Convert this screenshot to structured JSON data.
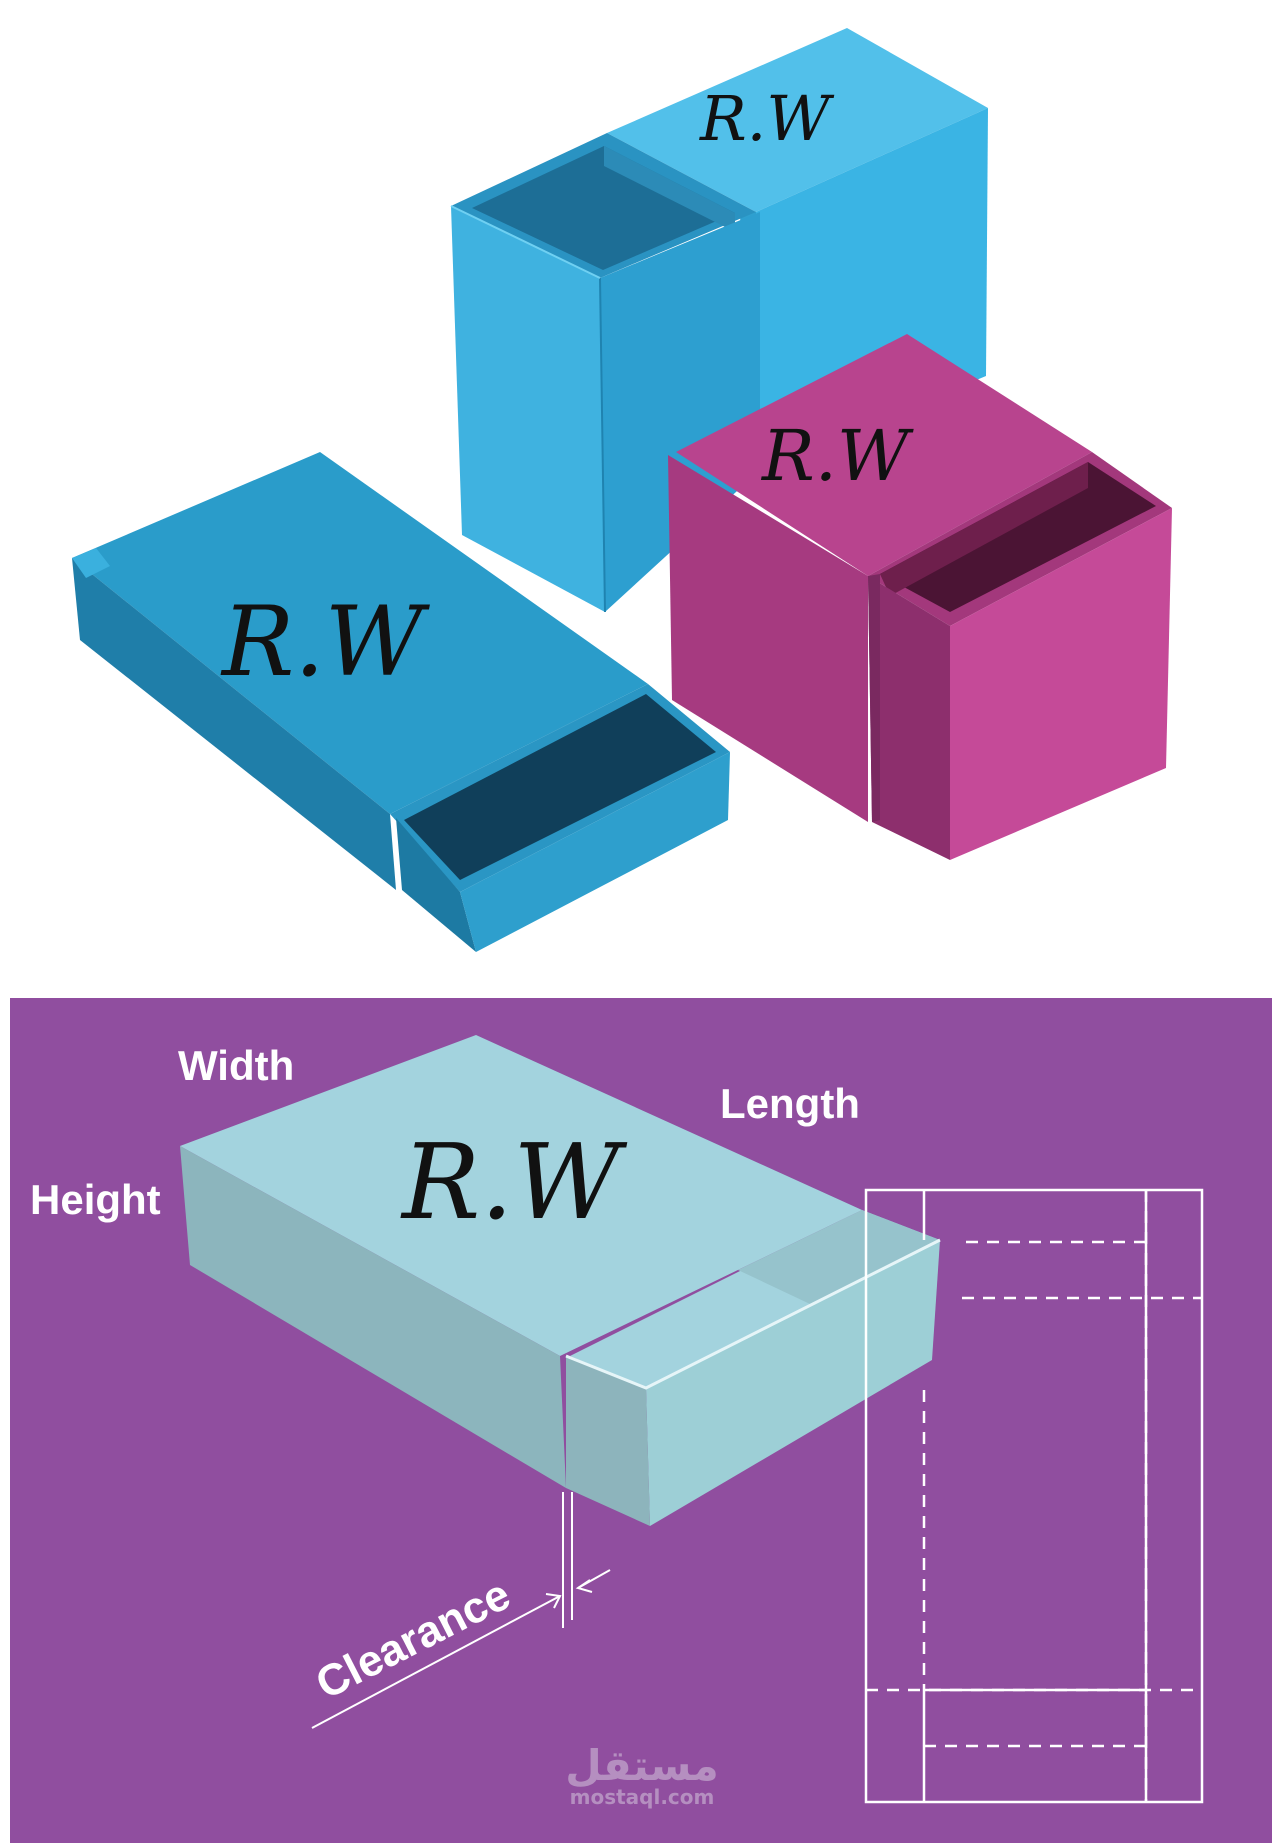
{
  "signature": "R.W",
  "diagram": {
    "labels": {
      "width": "Width",
      "length": "Length",
      "height": "Height",
      "clearance": "Clearance"
    }
  },
  "watermark": {
    "arabic": "مستقل",
    "site": "mostaql.com"
  },
  "colors": {
    "diagram_background": "#904e9f",
    "box_top": "#a3d3de",
    "box_side": "#8db4bc",
    "blue_box": "#3bb0e0",
    "teal_box": "#2b96c2",
    "pink_box": "#c24896"
  }
}
